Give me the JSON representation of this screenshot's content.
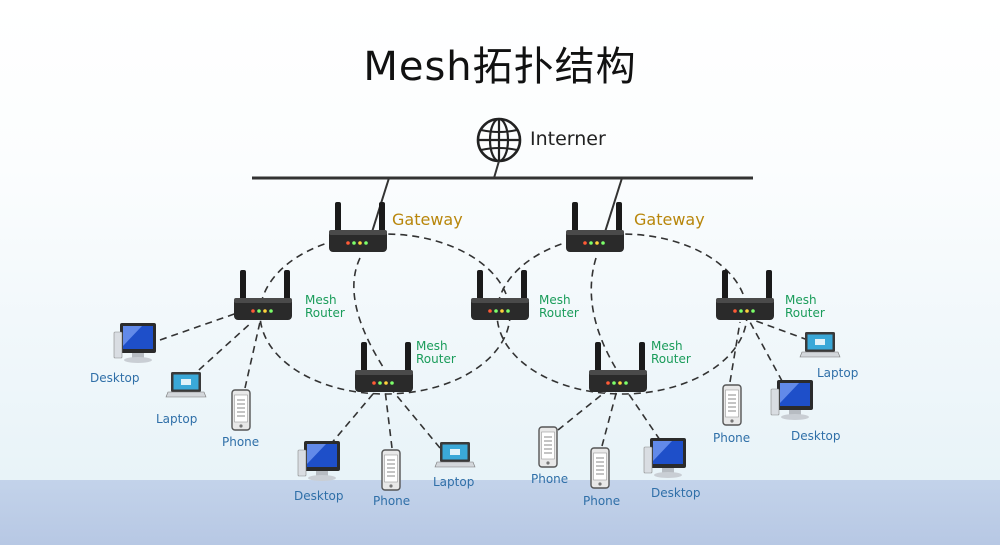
{
  "title": "Mesh拓扑结构",
  "internet_label": "Interner",
  "labels": {
    "gateway": "Gateway",
    "mesh_router_line1": "Mesh",
    "mesh_router_line2": "Router",
    "desktop": "Desktop",
    "laptop": "Laptop",
    "phone": "Phone"
  },
  "colors": {
    "gateway_text": "#b8860b",
    "mesh_text": "#1a9c5a",
    "device_text": "#2f6fa8",
    "line": "#333333"
  },
  "icons": [
    "globe-icon",
    "router-icon",
    "desktop-icon",
    "laptop-icon",
    "phone-icon"
  ]
}
